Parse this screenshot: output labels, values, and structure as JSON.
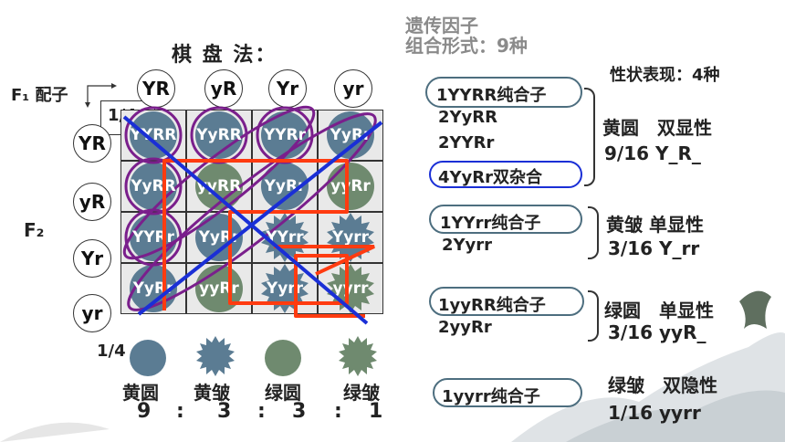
{
  "title": "棋 盘 法：",
  "top_right_title_1": "遗传因子",
  "top_right_title_2": "组合形式：9种",
  "phenotype_count": "性状表现：4种",
  "f1_label": "F₁ 配子",
  "f2_label": "F₂",
  "quarter_top": "1/4",
  "quarter_bottom": "1/4",
  "gametes_col": [
    "YR",
    "yR",
    "Yr",
    "yr"
  ],
  "gametes_row": [
    "YR",
    "yR",
    "Yr",
    "yr"
  ],
  "grid": [
    [
      "YYRR",
      "YyRR",
      "YYRr",
      "YyRr"
    ],
    [
      "YyRR",
      "yyRR",
      "YyRr",
      "yyRr"
    ],
    [
      "YYRr",
      "YyRr",
      "YYrr",
      "Yyrr"
    ],
    [
      "YyRr",
      "yyRr",
      "Yyrr",
      "yyrr"
    ]
  ],
  "grid_colors": {
    "yellow_round": "#5b7c93",
    "green_round": "#6f8a6f",
    "purple_circle": "#7a1f8c",
    "blue_line": "#1a2fd6",
    "red_line": "#ff3b10"
  },
  "bottom_labels": [
    "黄圆",
    "黄皱",
    "绿圆",
    "绿皱"
  ],
  "ratio": [
    "9",
    ":",
    "3",
    ":",
    "3",
    ":",
    "1"
  ],
  "groups": [
    {
      "items": [
        "1YYRR纯合子",
        "2YyRR",
        "2YYRr",
        "4YyRr双杂合"
      ],
      "phenotype": "黄圆　双显性",
      "ratio": "9/16 Y_R_"
    },
    {
      "items": [
        "1YYrr纯合子",
        "2Yyrr"
      ],
      "phenotype": "黄皱 单显性",
      "ratio": "3/16 Y_rr"
    },
    {
      "items": [
        "1yyRR纯合子",
        "2yyRr"
      ],
      "phenotype": "绿圆　单显性",
      "ratio": "3/16 yyR_"
    },
    {
      "items": [
        "1yyrr纯合子"
      ],
      "phenotype": "绿皱　双隐性",
      "ratio": "1/16 yyrr"
    }
  ]
}
